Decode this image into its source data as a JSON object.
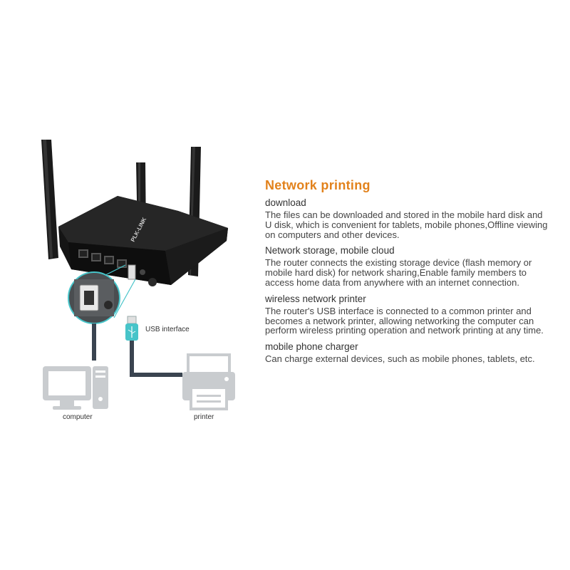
{
  "title": "Network printing",
  "sections": [
    {
      "heading": "download",
      "body": "The files can be downloaded and stored in the mobile hard disk and U disk, which is convenient for tablets, mobile phones,Offline viewing on computers and other devices."
    },
    {
      "heading": "Network storage, mobile cloud",
      "body": "The router connects the existing storage device (flash memory or mobile hard disk) for network sharing,Enable family members to access home data from anywhere with an internet connection."
    },
    {
      "heading": "wireless network printer",
      "body": "The router's USB interface is connected to a common printer and becomes a network printer, allowing networking the computer can perform wireless printing operation and network printing at any time."
    },
    {
      "heading": "mobile phone charger",
      "body": "Can charge external devices, such as mobile phones, tablets, etc."
    }
  ],
  "diagram": {
    "usb_label": "USB interface",
    "computer_label": "computer",
    "printer_label": "printer",
    "brand": "PLK-LINK"
  },
  "colors": {
    "title": "#e2821c",
    "usb_plug": "#47c4c9",
    "cable": "#3a4450",
    "device_gray": "#bfc3c6"
  }
}
